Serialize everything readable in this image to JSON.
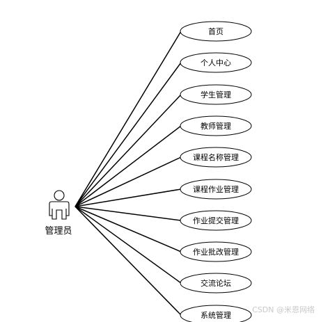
{
  "actor": {
    "label": "管理员"
  },
  "use_cases": [
    {
      "label": "首页"
    },
    {
      "label": "个人中心"
    },
    {
      "label": "学生管理"
    },
    {
      "label": "教师管理"
    },
    {
      "label": "课程名称管理"
    },
    {
      "label": "课程作业管理"
    },
    {
      "label": "作业提交管理"
    },
    {
      "label": "作业批改管理"
    },
    {
      "label": "交流论坛"
    },
    {
      "label": "系统管理"
    }
  ],
  "watermark": {
    "text": "CSDN @米恩网络"
  }
}
